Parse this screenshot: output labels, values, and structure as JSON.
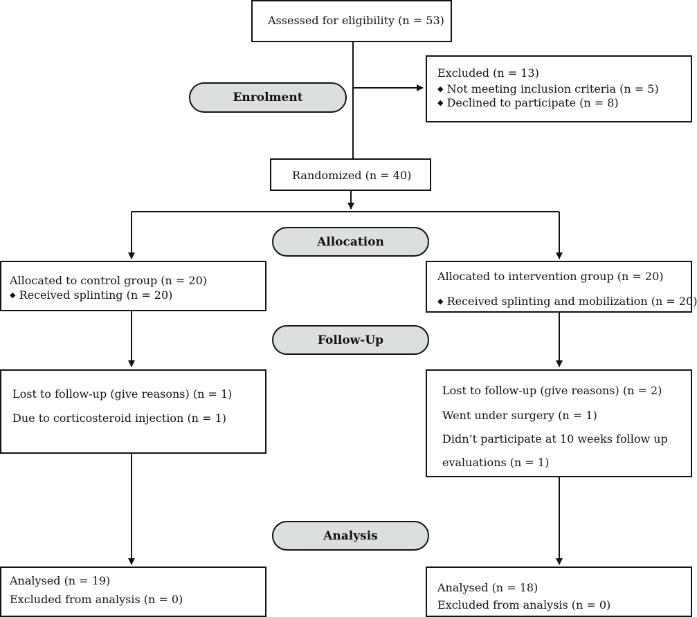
{
  "enrolment": {
    "assessed": "Assessed for eligibility (n = 53)",
    "excluded": {
      "title": "Excluded (n = 13)",
      "items": [
        "Not meeting inclusion criteria (n = 5)",
        "Declined to participate (n = 8)"
      ]
    },
    "randomized": "Randomized (n = 40)"
  },
  "stages": {
    "enrolment": "Enrolment",
    "allocation": "Allocation",
    "followup": "Follow-Up",
    "analysis": "Analysis"
  },
  "bullet": "◆",
  "control": {
    "allocated": "Allocated to control group (n = 20)",
    "received": "Received splinting (n = 20)",
    "lost": "Lost to follow-up (give reasons) (n = 1)",
    "lost_reasons": [
      "Due to corticosteroid injection (n = 1)"
    ],
    "analysed": "Analysed (n = 19)",
    "excluded_analysis": "Excluded from analysis (n = 0)"
  },
  "intervention": {
    "allocated": "Allocated to intervention group (n = 20)",
    "received": "Received splinting and mobilization (n = 20)",
    "lost": "Lost to follow-up (give reasons) (n = 2)",
    "lost_reasons": [
      "Went under surgery (n = 1)",
      "Didn’t participate at 10 weeks follow up",
      "evaluations (n = 1)"
    ],
    "analysed": "Analysed (n = 18)",
    "excluded_analysis": "Excluded from analysis (n = 0)"
  }
}
